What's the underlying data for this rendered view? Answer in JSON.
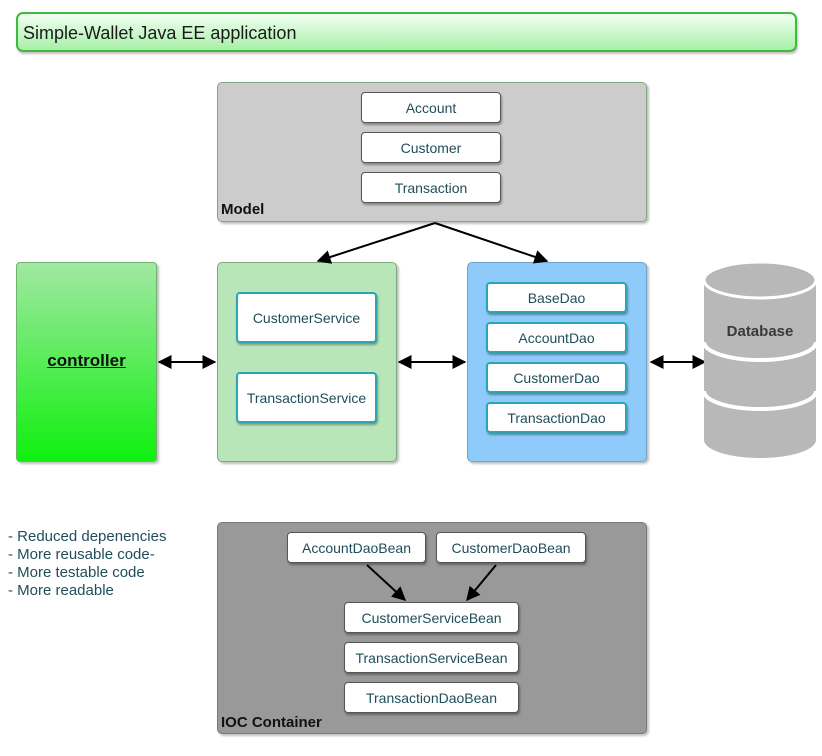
{
  "title": "Simple-Wallet Java EE application",
  "model": {
    "label": "Model",
    "items": [
      "Account",
      "Customer",
      "Transaction"
    ]
  },
  "controller": {
    "label": "controller"
  },
  "services": {
    "items": [
      "CustomerService",
      "TransactionService"
    ]
  },
  "daos": {
    "items": [
      "BaseDao",
      "AccountDao",
      "CustomerDao",
      "TransactionDao"
    ]
  },
  "database": {
    "label": "Database"
  },
  "benefits": [
    "- Reduced depenencies",
    "- More reusable code-",
    "- More testable code",
    "- More readable"
  ],
  "ioc": {
    "label": "IOC Container",
    "top_beans": [
      "AccountDaoBean",
      "CustomerDaoBean"
    ],
    "beans": [
      "CustomerServiceBean",
      "TransactionServiceBean",
      "TransactionDaoBean"
    ]
  },
  "colors": {
    "title_bg": "#a6f0a6",
    "model_bg": "#cccccc",
    "service_bg": "#b8e6b8",
    "dao_bg": "#8ecbfa",
    "ioc_bg": "#999999",
    "database": "#b8b8b8",
    "controller_bg": "#00ee00"
  }
}
